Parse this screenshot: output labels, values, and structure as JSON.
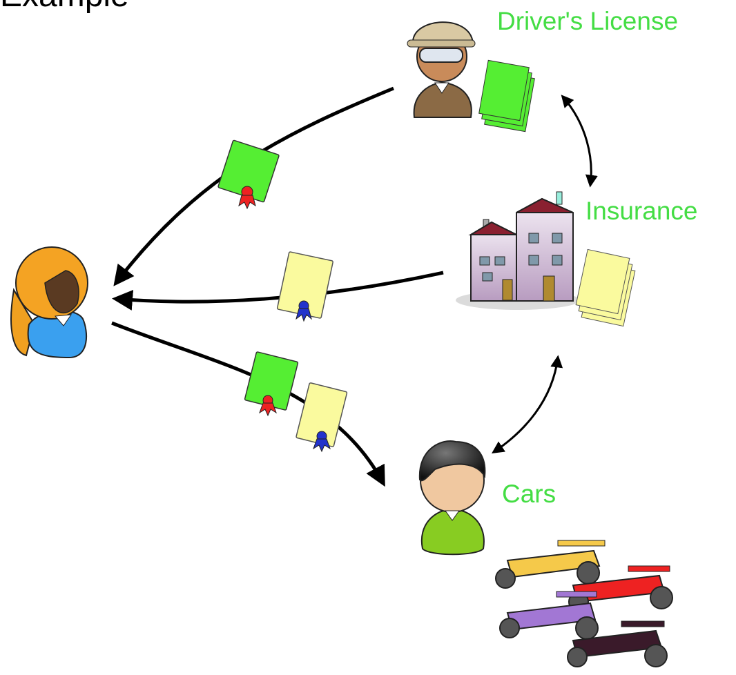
{
  "title_fragment": "Example",
  "labels": {
    "drivers_license": "Driver's License",
    "insurance": "Insurance",
    "cars": "Cars"
  },
  "colors": {
    "label_green": "#44dd44",
    "license_card": "#55ee33",
    "insurance_card": "#fafa9e",
    "arrow": "#000000",
    "red_seal": "#ee2222",
    "blue_seal": "#2233cc"
  },
  "icons": {
    "user": "woman-avatar-icon",
    "dmv": "official-with-hat-icon",
    "insurance_company": "building-icon",
    "car_dealer": "man-avatar-icon",
    "cars": "race-cars-icon"
  }
}
